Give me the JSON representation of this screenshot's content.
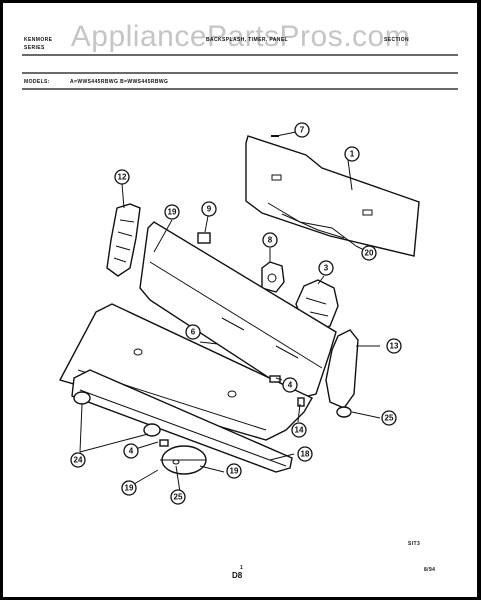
{
  "watermark": "AppliancePartsPros.com",
  "header": {
    "left_top": "KENMORE",
    "left_bottom": "SERIES",
    "center": "BACKSPLASH, TIMER, PANEL",
    "right": "SECTION",
    "models_label": "MODELS:",
    "models_text": "A=WWS445RBWG   B=WWS445RBWG"
  },
  "footer": {
    "code": "SIT3",
    "page_mark": "1",
    "page_number": "D8",
    "date": "8/94"
  },
  "callouts": [
    "7",
    "1",
    "12",
    "19",
    "9",
    "8",
    "20",
    "3",
    "6",
    "13",
    "4",
    "14",
    "25",
    "24",
    "4",
    "18",
    "19",
    "25"
  ]
}
